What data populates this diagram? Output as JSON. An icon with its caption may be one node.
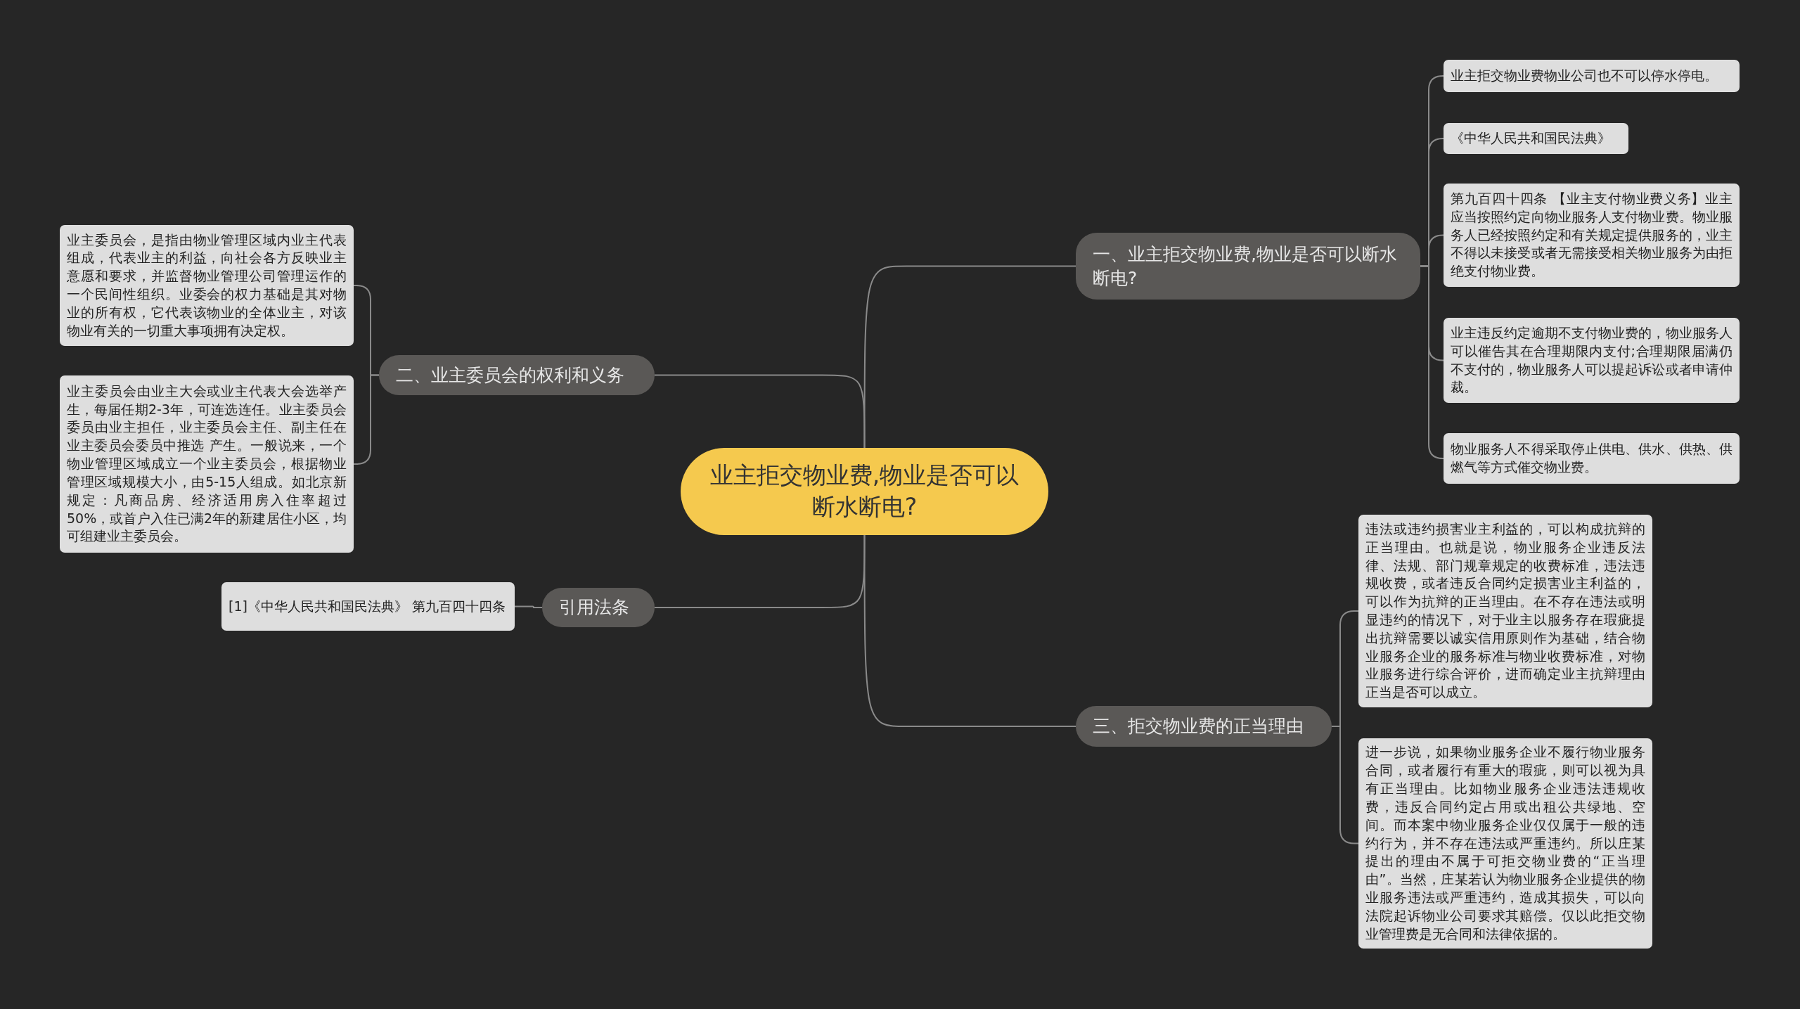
{
  "diagram": {
    "nodes": [
      {
        "text": [
          "业主拒交物业费,物业是否可以断水断电?"
        ]
      },
      {
        "text": [
          "一、业主拒交物业费,物业是否可以断水断电?"
        ]
      },
      {
        "text": [
          "业主拒交物业费物业公司也不可以停水停电。"
        ]
      },
      {
        "text": [
          "《中华人民共和国民法典》"
        ]
      },
      {
        "text": [
          "第九百四十四条 【业主支付物业费义务】业主应当按照约定向物业服务人支付物业费。物业服务人已经按照约定和有关规定提供服务的，业主不得以未接受或者无需接受相关物业服务为由拒绝支付物业费。"
        ]
      },
      {
        "text": [
          "业主违反约定逾期不支付物业费的，物业服务人可以催告其在合理期限内支付;合理期限届满仍不支付的，物业服务人可以提起诉讼或者申请仲裁。"
        ]
      },
      {
        "text": [
          "物业服务人不得采取停止供电、供水、供热、供燃气等方式催交物业费。"
        ]
      },
      {
        "text": [
          "二、业主委员会的权利和义务"
        ]
      },
      {
        "text": [
          "业主委员会，是指由物业管理区域内业主代表组成，代表业主的利益，向社会各方反映业主意愿和要求，并监督物业管理公司管理运作的一个民间性组织。业委会的权力基础是其对物业的所有权，它代表该物业的全体业主，对该物业有关的一切重大事项拥有决定权。"
        ]
      },
      {
        "text": [
          "业主委员会由业主大会或业主代表大会选举产生，每届任期2-3年，可连选连任。业主委员会委员由业主担任，业主委员会主任、副主任在业主委员会委员中推选 产生。一般说来，一个物业管理区域成立一个业主委员会，根据物业管理区域规模大小，由5-15人组成。如北京新规定：凡商品房、经济适用房入住率超过50%，或首户入住已满2年的新建居住小区，均可组建业主委员会。"
        ]
      },
      {
        "text": [
          "引用法条"
        ]
      },
      {
        "text": [
          "[1]《中华人民共和国民法典》 第九百四十四条"
        ]
      },
      {
        "text": [
          "三、拒交物业费的正当理由"
        ]
      },
      {
        "text": [
          "违法或违约损害业主利益的，可以构成抗辩的正当理由。也就是说，物业服务企业违反法律、法规、部门规章规定的收费标准，违法违规收费，或者违反合同约定损害业主利益的，可以作为抗辩的正当理由。在不存在违法或明显违约的情况下，对于业主以服务存在瑕疵提出抗辩需要以诚实信用原则作为基础，结合物业服务企业的服务标准与物业收费标准，对物业服务进行综合评价，进而确定业主抗辩理由正当是否可以成立。"
        ]
      },
      {
        "text": [
          "进一步说，如果物业服务企业不履行物业服务合同，或者履行有重大的瑕疵，则可以视为具有正当理由。比如物业服务企业违法违规收费，违反合同约定占用或出租公共绿地、空间。而本案中物业服务企业仅仅属于一般的违约行为，并不存在违法或严重违约。所以庄某提出的理由不属于可拒交物业费的“正当理由”。当然，庄某若认为物业服务企业提供的物业服务违法或严重违约，造成其损失，可以向法院起诉物业公司要求其赔偿。仅以此拒交物业管理费是无合同和法律依据的。"
        ]
      }
    ],
    "edges": [
      {
        "from": 0,
        "to": 1,
        "arrow": "none"
      },
      {
        "from": 1,
        "to": 2,
        "arrow": "none"
      },
      {
        "from": 1,
        "to": 3,
        "arrow": "none"
      },
      {
        "from": 1,
        "to": 4,
        "arrow": "none"
      },
      {
        "from": 1,
        "to": 5,
        "arrow": "none"
      },
      {
        "from": 1,
        "to": 6,
        "arrow": "none"
      },
      {
        "from": 0,
        "to": 7,
        "arrow": "none"
      },
      {
        "from": 7,
        "to": 8,
        "arrow": "none"
      },
      {
        "from": 7,
        "to": 9,
        "arrow": "none"
      },
      {
        "from": 0,
        "to": 10,
        "arrow": "none"
      },
      {
        "from": 10,
        "to": 11,
        "arrow": "none"
      },
      {
        "from": 0,
        "to": 12,
        "arrow": "none"
      },
      {
        "from": 12,
        "to": 13,
        "arrow": "none"
      },
      {
        "from": 12,
        "to": 14,
        "arrow": "none"
      }
    ]
  }
}
